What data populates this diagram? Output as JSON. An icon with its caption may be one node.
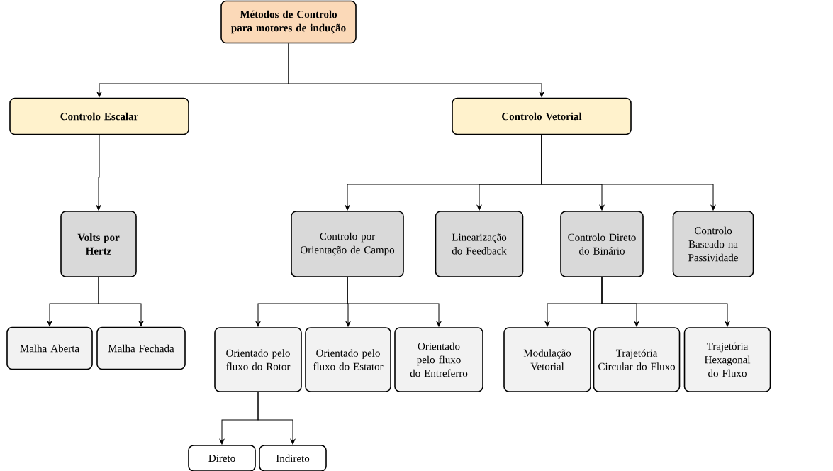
{
  "diagram": {
    "nodes": [
      {
        "text": [
          "Métodos de Controlo para motores de indução"
        ]
      },
      {
        "text": [
          "Controlo Escalar"
        ]
      },
      {
        "text": [
          "Controlo Vetorial"
        ]
      },
      {
        "text": [
          "Volts por Hertz"
        ]
      },
      {
        "text": [
          "Controlo por Orientação de Campo"
        ]
      },
      {
        "text": [
          "Linearização do Feedback"
        ]
      },
      {
        "text": [
          "Controlo Direto do Binário"
        ]
      },
      {
        "text": [
          "Controlo Baseado na Passividade"
        ]
      },
      {
        "text": [
          "Malha Aberta"
        ]
      },
      {
        "text": [
          "Malha Fechada"
        ]
      },
      {
        "text": [
          "Orientado pelo fluxo do Rotor"
        ]
      },
      {
        "text": [
          "Orientado pelo fluxo do Estator"
        ]
      },
      {
        "text": [
          "Orientado pelo fluxo do Entreferro"
        ]
      },
      {
        "text": [
          "Modulação Vetorial"
        ]
      },
      {
        "text": [
          "Trajetória Circular do Fluxo"
        ]
      },
      {
        "text": [
          "Trajetória Hexagonal do Fluxo"
        ]
      },
      {
        "text": [
          "Direto"
        ]
      },
      {
        "text": [
          "Indireto"
        ]
      }
    ],
    "edges": [
      {
        "from": 0,
        "to": 1,
        "arrow": "to"
      },
      {
        "from": 0,
        "to": 2,
        "arrow": "to"
      },
      {
        "from": 1,
        "to": 3,
        "arrow": "to"
      },
      {
        "from": 2,
        "to": 4,
        "arrow": "to"
      },
      {
        "from": 2,
        "to": 5,
        "arrow": "to"
      },
      {
        "from": 2,
        "to": 6,
        "arrow": "to"
      },
      {
        "from": 2,
        "to": 7,
        "arrow": "to"
      },
      {
        "from": 3,
        "to": 8,
        "arrow": "to"
      },
      {
        "from": 3,
        "to": 9,
        "arrow": "to"
      },
      {
        "from": 4,
        "to": 10,
        "arrow": "to"
      },
      {
        "from": 4,
        "to": 11,
        "arrow": "to"
      },
      {
        "from": 4,
        "to": 12,
        "arrow": "to"
      },
      {
        "from": 6,
        "to": 13,
        "arrow": "to"
      },
      {
        "from": 6,
        "to": 14,
        "arrow": "to"
      },
      {
        "from": 6,
        "to": 15,
        "arrow": "to"
      },
      {
        "from": 10,
        "to": 16,
        "arrow": "to"
      },
      {
        "from": 10,
        "to": 17,
        "arrow": "to"
      }
    ]
  }
}
